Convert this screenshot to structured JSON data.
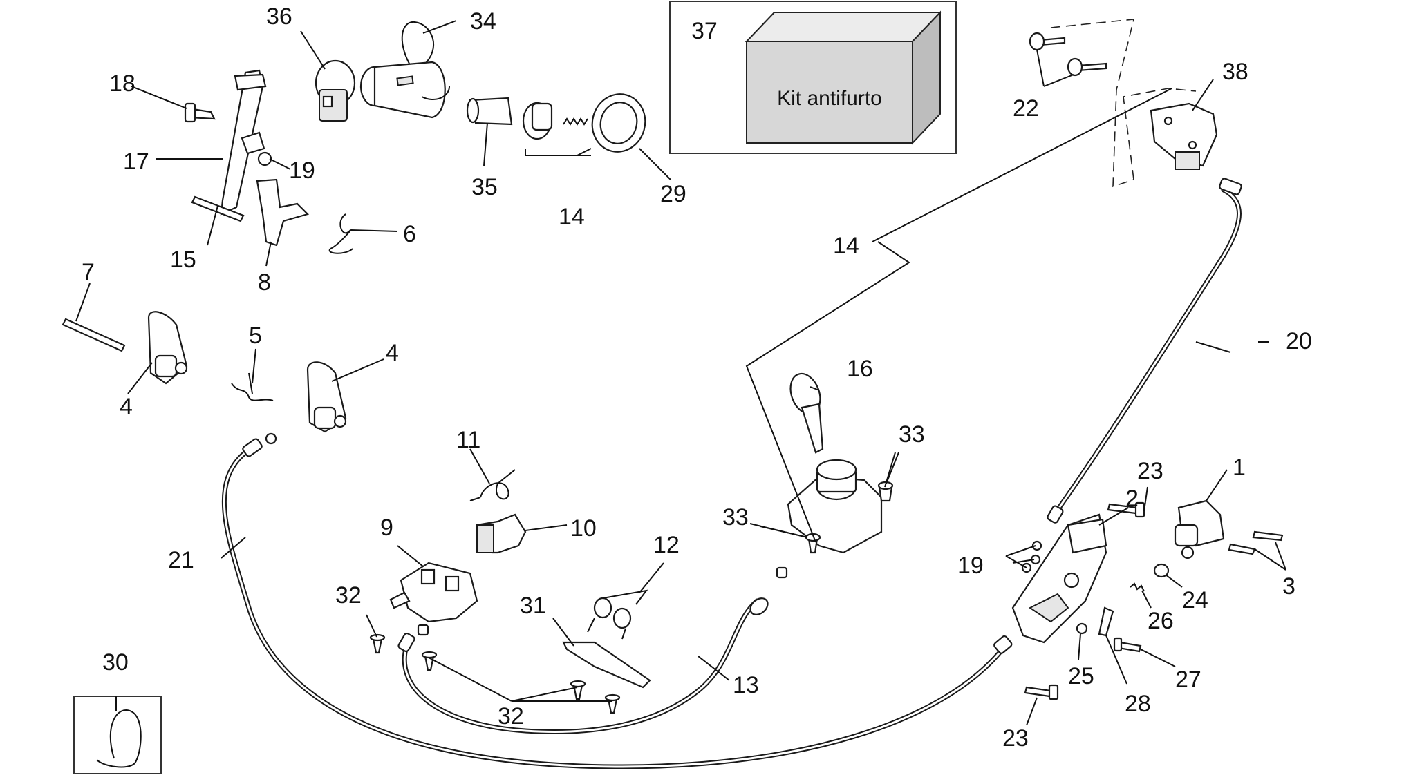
{
  "diagram": {
    "kit_box": {
      "number": "37",
      "label": "Kit antifurto"
    },
    "callouts": [
      {
        "id": "c1",
        "text": "1"
      },
      {
        "id": "c2",
        "text": "2"
      },
      {
        "id": "c3",
        "text": "3"
      },
      {
        "id": "c4a",
        "text": "4"
      },
      {
        "id": "c4b",
        "text": "4"
      },
      {
        "id": "c5",
        "text": "5"
      },
      {
        "id": "c6",
        "text": "6"
      },
      {
        "id": "c7",
        "text": "7"
      },
      {
        "id": "c8",
        "text": "8"
      },
      {
        "id": "c9",
        "text": "9"
      },
      {
        "id": "c10",
        "text": "10"
      },
      {
        "id": "c11",
        "text": "11"
      },
      {
        "id": "c12",
        "text": "12"
      },
      {
        "id": "c13",
        "text": "13"
      },
      {
        "id": "c14a",
        "text": "14"
      },
      {
        "id": "c14b",
        "text": "14"
      },
      {
        "id": "c15",
        "text": "15"
      },
      {
        "id": "c16",
        "text": "16"
      },
      {
        "id": "c17",
        "text": "17"
      },
      {
        "id": "c18",
        "text": "18"
      },
      {
        "id": "c19a",
        "text": "19"
      },
      {
        "id": "c19b",
        "text": "19"
      },
      {
        "id": "c20",
        "text": "20"
      },
      {
        "id": "c21",
        "text": "21"
      },
      {
        "id": "c22",
        "text": "22"
      },
      {
        "id": "c23a",
        "text": "23"
      },
      {
        "id": "c23b",
        "text": "23"
      },
      {
        "id": "c24",
        "text": "24"
      },
      {
        "id": "c25",
        "text": "25"
      },
      {
        "id": "c26",
        "text": "26"
      },
      {
        "id": "c27",
        "text": "27"
      },
      {
        "id": "c28",
        "text": "28"
      },
      {
        "id": "c29",
        "text": "29"
      },
      {
        "id": "c30",
        "text": "30"
      },
      {
        "id": "c31",
        "text": "31"
      },
      {
        "id": "c32a",
        "text": "32"
      },
      {
        "id": "c32b",
        "text": "32"
      },
      {
        "id": "c33a",
        "text": "33"
      },
      {
        "id": "c33b",
        "text": "33"
      },
      {
        "id": "c34",
        "text": "34"
      },
      {
        "id": "c35",
        "text": "35"
      },
      {
        "id": "c36",
        "text": "36"
      },
      {
        "id": "c38",
        "text": "38"
      }
    ]
  }
}
